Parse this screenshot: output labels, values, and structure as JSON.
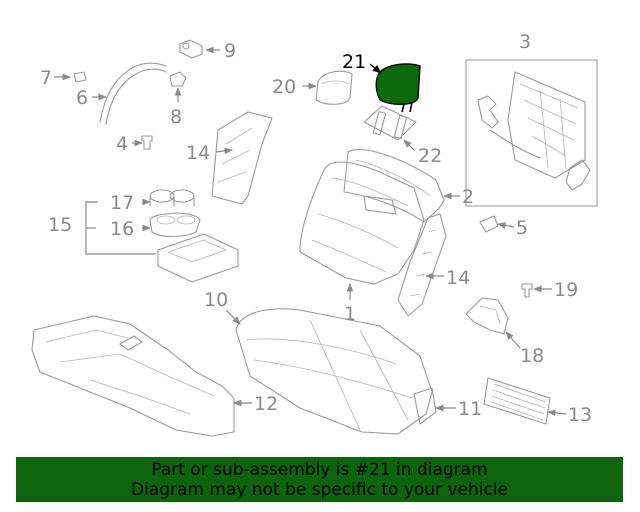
{
  "labels": {
    "l1": "1",
    "l2": "2",
    "l3": "3",
    "l4": "4",
    "l5": "5",
    "l6": "6",
    "l7": "7",
    "l8": "8",
    "l9": "9",
    "l10": "10",
    "l11": "11",
    "l12": "12",
    "l13": "13",
    "l14a": "14",
    "l14b": "14",
    "l15": "15",
    "l16": "16",
    "l17": "17",
    "l18": "18",
    "l19": "19",
    "l20": "20",
    "l21": "21",
    "l22": "22"
  },
  "banner": {
    "line1": "Part or sub-assembly is #21 in diagram",
    "line2": "Diagram may not be specific to your vehicle"
  },
  "colors": {
    "highlight_part": "#0b6b0b",
    "banner_bg": "#0d640d",
    "line_gray": "#9a9a9a"
  }
}
